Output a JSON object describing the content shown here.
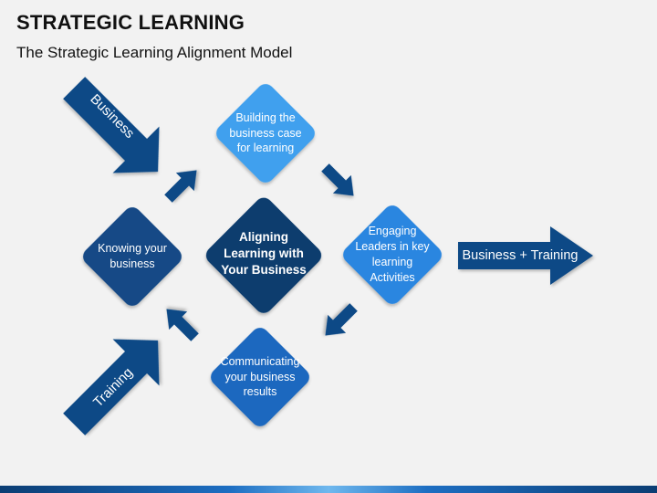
{
  "header": {
    "title": "STRATEGIC LEARNING",
    "subtitle": "The Strategic Learning Alignment Model"
  },
  "nodes": {
    "center": "Aligning Learning with Your Business",
    "top": "Building the business case for learning",
    "right": "Engaging Leaders in key learning Activities",
    "bottom": "Communicating your business results",
    "left": "Knowing your business"
  },
  "inputs": {
    "business": "Business",
    "training": "Training"
  },
  "output": {
    "label": "Business + Training"
  },
  "colors": {
    "background": "#f2f2f2",
    "dark_navy": "#0b3d6e",
    "navy": "#124a86",
    "mid_blue": "#1f6fc7",
    "light_blue": "#3fa0ee"
  }
}
